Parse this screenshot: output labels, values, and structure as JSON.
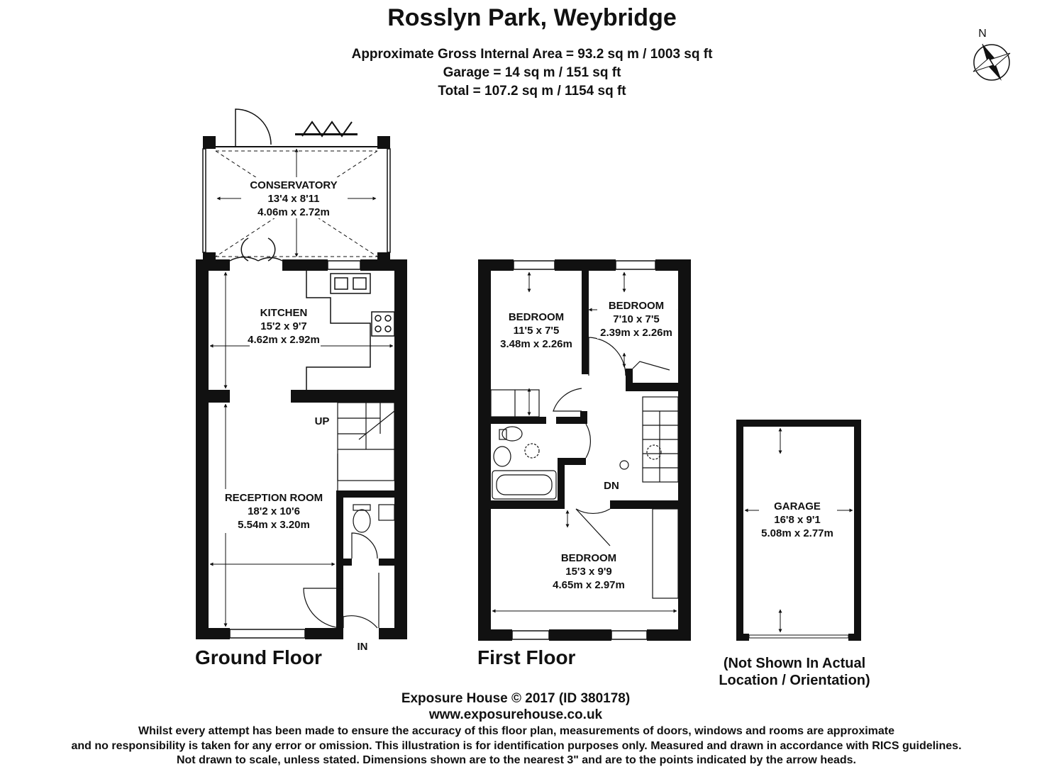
{
  "title": "Rosslyn Park, Weybridge",
  "areas": {
    "gross": "Approximate Gross Internal Area = 93.2 sq m / 1003 sq ft",
    "garage": "Garage = 14 sq m / 151 sq ft",
    "total": "Total = 107.2 sq m / 1154 sq ft"
  },
  "compass": {
    "label": "N"
  },
  "floors": {
    "ground": {
      "label": "Ground Floor",
      "stairs_label": "UP",
      "entrance_label": "IN",
      "rooms": [
        {
          "name": "CONSERVATORY",
          "imperial": "13'4 x 8'11",
          "metric": "4.06m x 2.72m"
        },
        {
          "name": "KITCHEN",
          "imperial": "15'2 x 9'7",
          "metric": "4.62m x 2.92m"
        },
        {
          "name": "RECEPTION ROOM",
          "imperial": "18'2 x 10'6",
          "metric": "5.54m x 3.20m"
        }
      ]
    },
    "first": {
      "label": "First Floor",
      "stairs_label": "DN",
      "rooms": [
        {
          "name": "BEDROOM",
          "imperial": "11'5 x 7'5",
          "metric": "3.48m x 2.26m"
        },
        {
          "name": "BEDROOM",
          "imperial": "7'10 x 7'5",
          "metric": "2.39m x 2.26m"
        },
        {
          "name": "BEDROOM",
          "imperial": "15'3 x 9'9",
          "metric": "4.65m x 2.97m"
        }
      ]
    },
    "garage": {
      "rooms": [
        {
          "name": "GARAGE",
          "imperial": "16'8 x 9'1",
          "metric": "5.08m x 2.77m"
        }
      ],
      "note_line1": "(Not Shown In Actual",
      "note_line2": "Location / Orientation)"
    }
  },
  "credit": {
    "copyright": "Exposure House © 2017 (ID 380178)",
    "website": "www.exposurehouse.co.uk"
  },
  "disclaimer": [
    "Whilst every attempt has been made to ensure the accuracy of this floor plan, measurements of doors, windows and rooms are approximate",
    "and no responsibility is taken for any error or omission. This illustration is for identification purposes only. Measured and drawn in accordance with RICS guidelines.",
    "Not drawn to scale, unless stated. Dimensions shown are to the nearest 3\" and are to the points indicated by the arrow heads."
  ]
}
